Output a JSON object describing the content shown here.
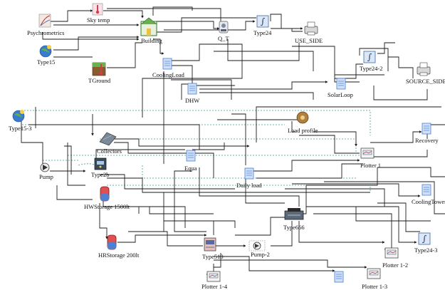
{
  "diagram": {
    "components": [
      {
        "id": "psychrometrics",
        "label": "Psychrometrics",
        "icon": "psychrometric-chart-icon"
      },
      {
        "id": "sky-temp",
        "label": "Sky temp",
        "icon": "sky-temperature-icon"
      },
      {
        "id": "building",
        "label": "Building",
        "icon": "building-icon"
      },
      {
        "id": "q-t",
        "label": "Q_T",
        "icon": "calculator-icon"
      },
      {
        "id": "type24",
        "label": "Type24",
        "icon": "integrator-icon"
      },
      {
        "id": "use-side",
        "label": "USE_SIDE",
        "icon": "printer-icon"
      },
      {
        "id": "type15",
        "label": "Type15",
        "icon": "weather-globe-icon"
      },
      {
        "id": "tground",
        "label": "TGround",
        "icon": "ground-temperature-icon"
      },
      {
        "id": "coolingload",
        "label": "CoolingLoad",
        "icon": "equation-icon"
      },
      {
        "id": "type24-2",
        "label": "Type24-2",
        "icon": "integrator-icon"
      },
      {
        "id": "source-side",
        "label": "SOURCE_SIDE",
        "icon": "printer-icon"
      },
      {
        "id": "solarloop",
        "label": "SolarLoop",
        "icon": "equation-icon"
      },
      {
        "id": "dhw",
        "label": "DHW",
        "icon": "equation-icon"
      },
      {
        "id": "type15-3",
        "label": "Type15-3",
        "icon": "weather-globe-icon"
      },
      {
        "id": "load-profile",
        "label": "Load profile",
        "icon": "load-profile-icon"
      },
      {
        "id": "collectors",
        "label": "Collectors",
        "icon": "solar-collector-icon"
      },
      {
        "id": "recovery",
        "label": "Recovery",
        "icon": "equation-icon"
      },
      {
        "id": "pump",
        "label": "Pump",
        "icon": "pump-icon"
      },
      {
        "id": "type2b",
        "label": "Type2b",
        "icon": "controller-icon"
      },
      {
        "id": "equa",
        "label": "Equa",
        "icon": "equation-icon"
      },
      {
        "id": "plotter-1",
        "label": "Plotter 1",
        "icon": "plotter-icon"
      },
      {
        "id": "daily-load",
        "label": "Daily load",
        "icon": "equation-icon"
      },
      {
        "id": "hwstorage",
        "label": "HWStorage 1500lt",
        "icon": "storage-tank-icon"
      },
      {
        "id": "coolingtower",
        "label": "CoolingTower",
        "icon": "equation-icon"
      },
      {
        "id": "type666",
        "label": "Type666",
        "icon": "chiller-icon"
      },
      {
        "id": "hrstorage",
        "label": "HRStorage 200lt",
        "icon": "storage-tank-icon"
      },
      {
        "id": "type510",
        "label": "Type510",
        "icon": "heat-exchanger-icon"
      },
      {
        "id": "pump-2",
        "label": "Pump-2",
        "icon": "pump-icon"
      },
      {
        "id": "type24-3",
        "label": "Type24-3",
        "icon": "integrator-icon"
      },
      {
        "id": "plotter-1-2",
        "label": "Plotter 1-2",
        "icon": "plotter-icon"
      },
      {
        "id": "plotter-1-4",
        "label": "Plotter 1-4",
        "icon": "plotter-icon"
      },
      {
        "id": "plotter-1-3",
        "label": "Plotter 1-3",
        "icon": "plotter-icon"
      }
    ],
    "colors": {
      "link": "#1a1a1a",
      "dashed_link": "#3a9a9a",
      "equation": "#4c7fd0",
      "integrator": "#3b6aa8",
      "tank": "#c43a3a"
    }
  }
}
